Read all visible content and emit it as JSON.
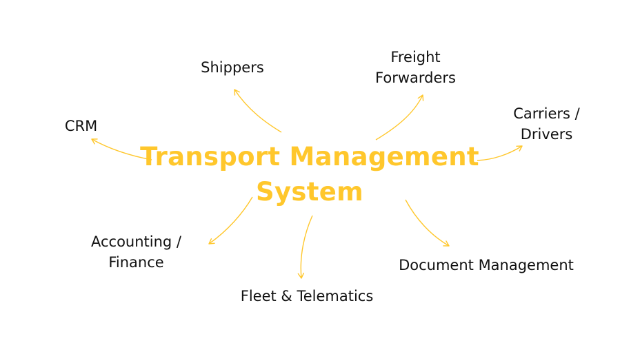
{
  "diagram": {
    "center": {
      "line1": "Transport Management",
      "line2": "System",
      "color": "#FFC72C"
    },
    "nodes": {
      "shippers": {
        "lines": [
          "Shippers"
        ]
      },
      "freight": {
        "lines": [
          "Freight",
          "Forwarders"
        ]
      },
      "carriers": {
        "lines": [
          "Carriers /",
          "Drivers"
        ]
      },
      "crm": {
        "lines": [
          "CRM"
        ]
      },
      "accounting": {
        "lines": [
          "Accounting /",
          "Finance"
        ]
      },
      "fleet": {
        "lines": [
          "Fleet & Telematics"
        ]
      },
      "document": {
        "lines": [
          "Document Management"
        ]
      }
    },
    "arrow_color": "#FFC72C",
    "text_color": "#111111",
    "background": "#FFFFFF"
  }
}
